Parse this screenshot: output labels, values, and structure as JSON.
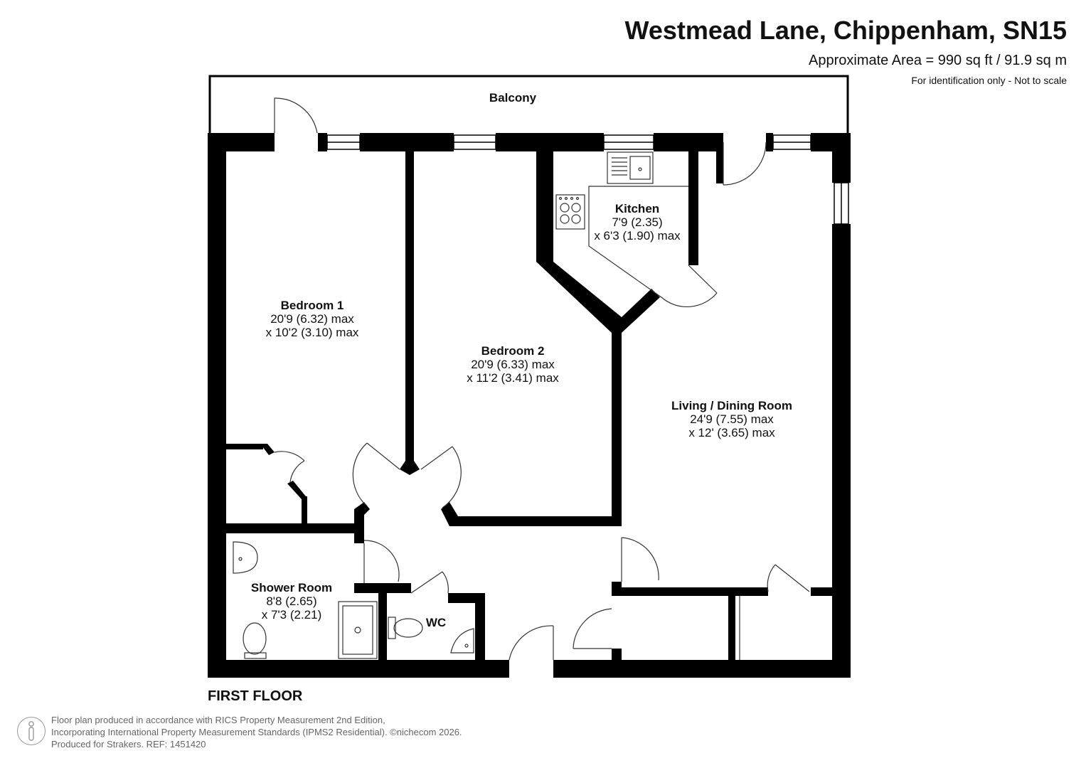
{
  "header": {
    "title": "Westmead Lane, Chippenham, SN15",
    "area": "Approximate Area = 990 sq ft / 91.9 sq m",
    "note": "For identification only - Not to scale"
  },
  "rooms": {
    "balcony": {
      "name": "Balcony"
    },
    "kitchen": {
      "name": "Kitchen",
      "dim1": "7'9 (2.35)",
      "dim2": "x 6'3 (1.90) max"
    },
    "bedroom1": {
      "name": "Bedroom 1",
      "dim1": "20'9 (6.32) max",
      "dim2": "x 10'2 (3.10) max"
    },
    "bedroom2": {
      "name": "Bedroom 2",
      "dim1": "20'9 (6.33) max",
      "dim2": "x 11'2 (3.41) max"
    },
    "living": {
      "name": "Living / Dining Room",
      "dim1": "24'9 (7.55) max",
      "dim2": "x 12' (3.65) max"
    },
    "shower": {
      "name": "Shower Room",
      "dim1": "8'8 (2.65)",
      "dim2": "x 7'3 (2.21)"
    },
    "wc": {
      "name": "WC"
    }
  },
  "floor_label": "FIRST FLOOR",
  "footer": {
    "line1": "Floor plan produced in accordance with RICS Property Measurement 2nd Edition,",
    "line2": "Incorporating International Property Measurement Standards (IPMS2 Residential).   ©nichecom 2026.",
    "line3": "Produced for Strakers.   REF: 1451420"
  },
  "colors": {
    "wall": "#000000",
    "line": "#333333",
    "background": "#ffffff"
  },
  "icons": [
    "person-icon",
    "hob-icon",
    "sink-icon",
    "toilet-icon",
    "basin-icon",
    "shower-tray-icon"
  ]
}
